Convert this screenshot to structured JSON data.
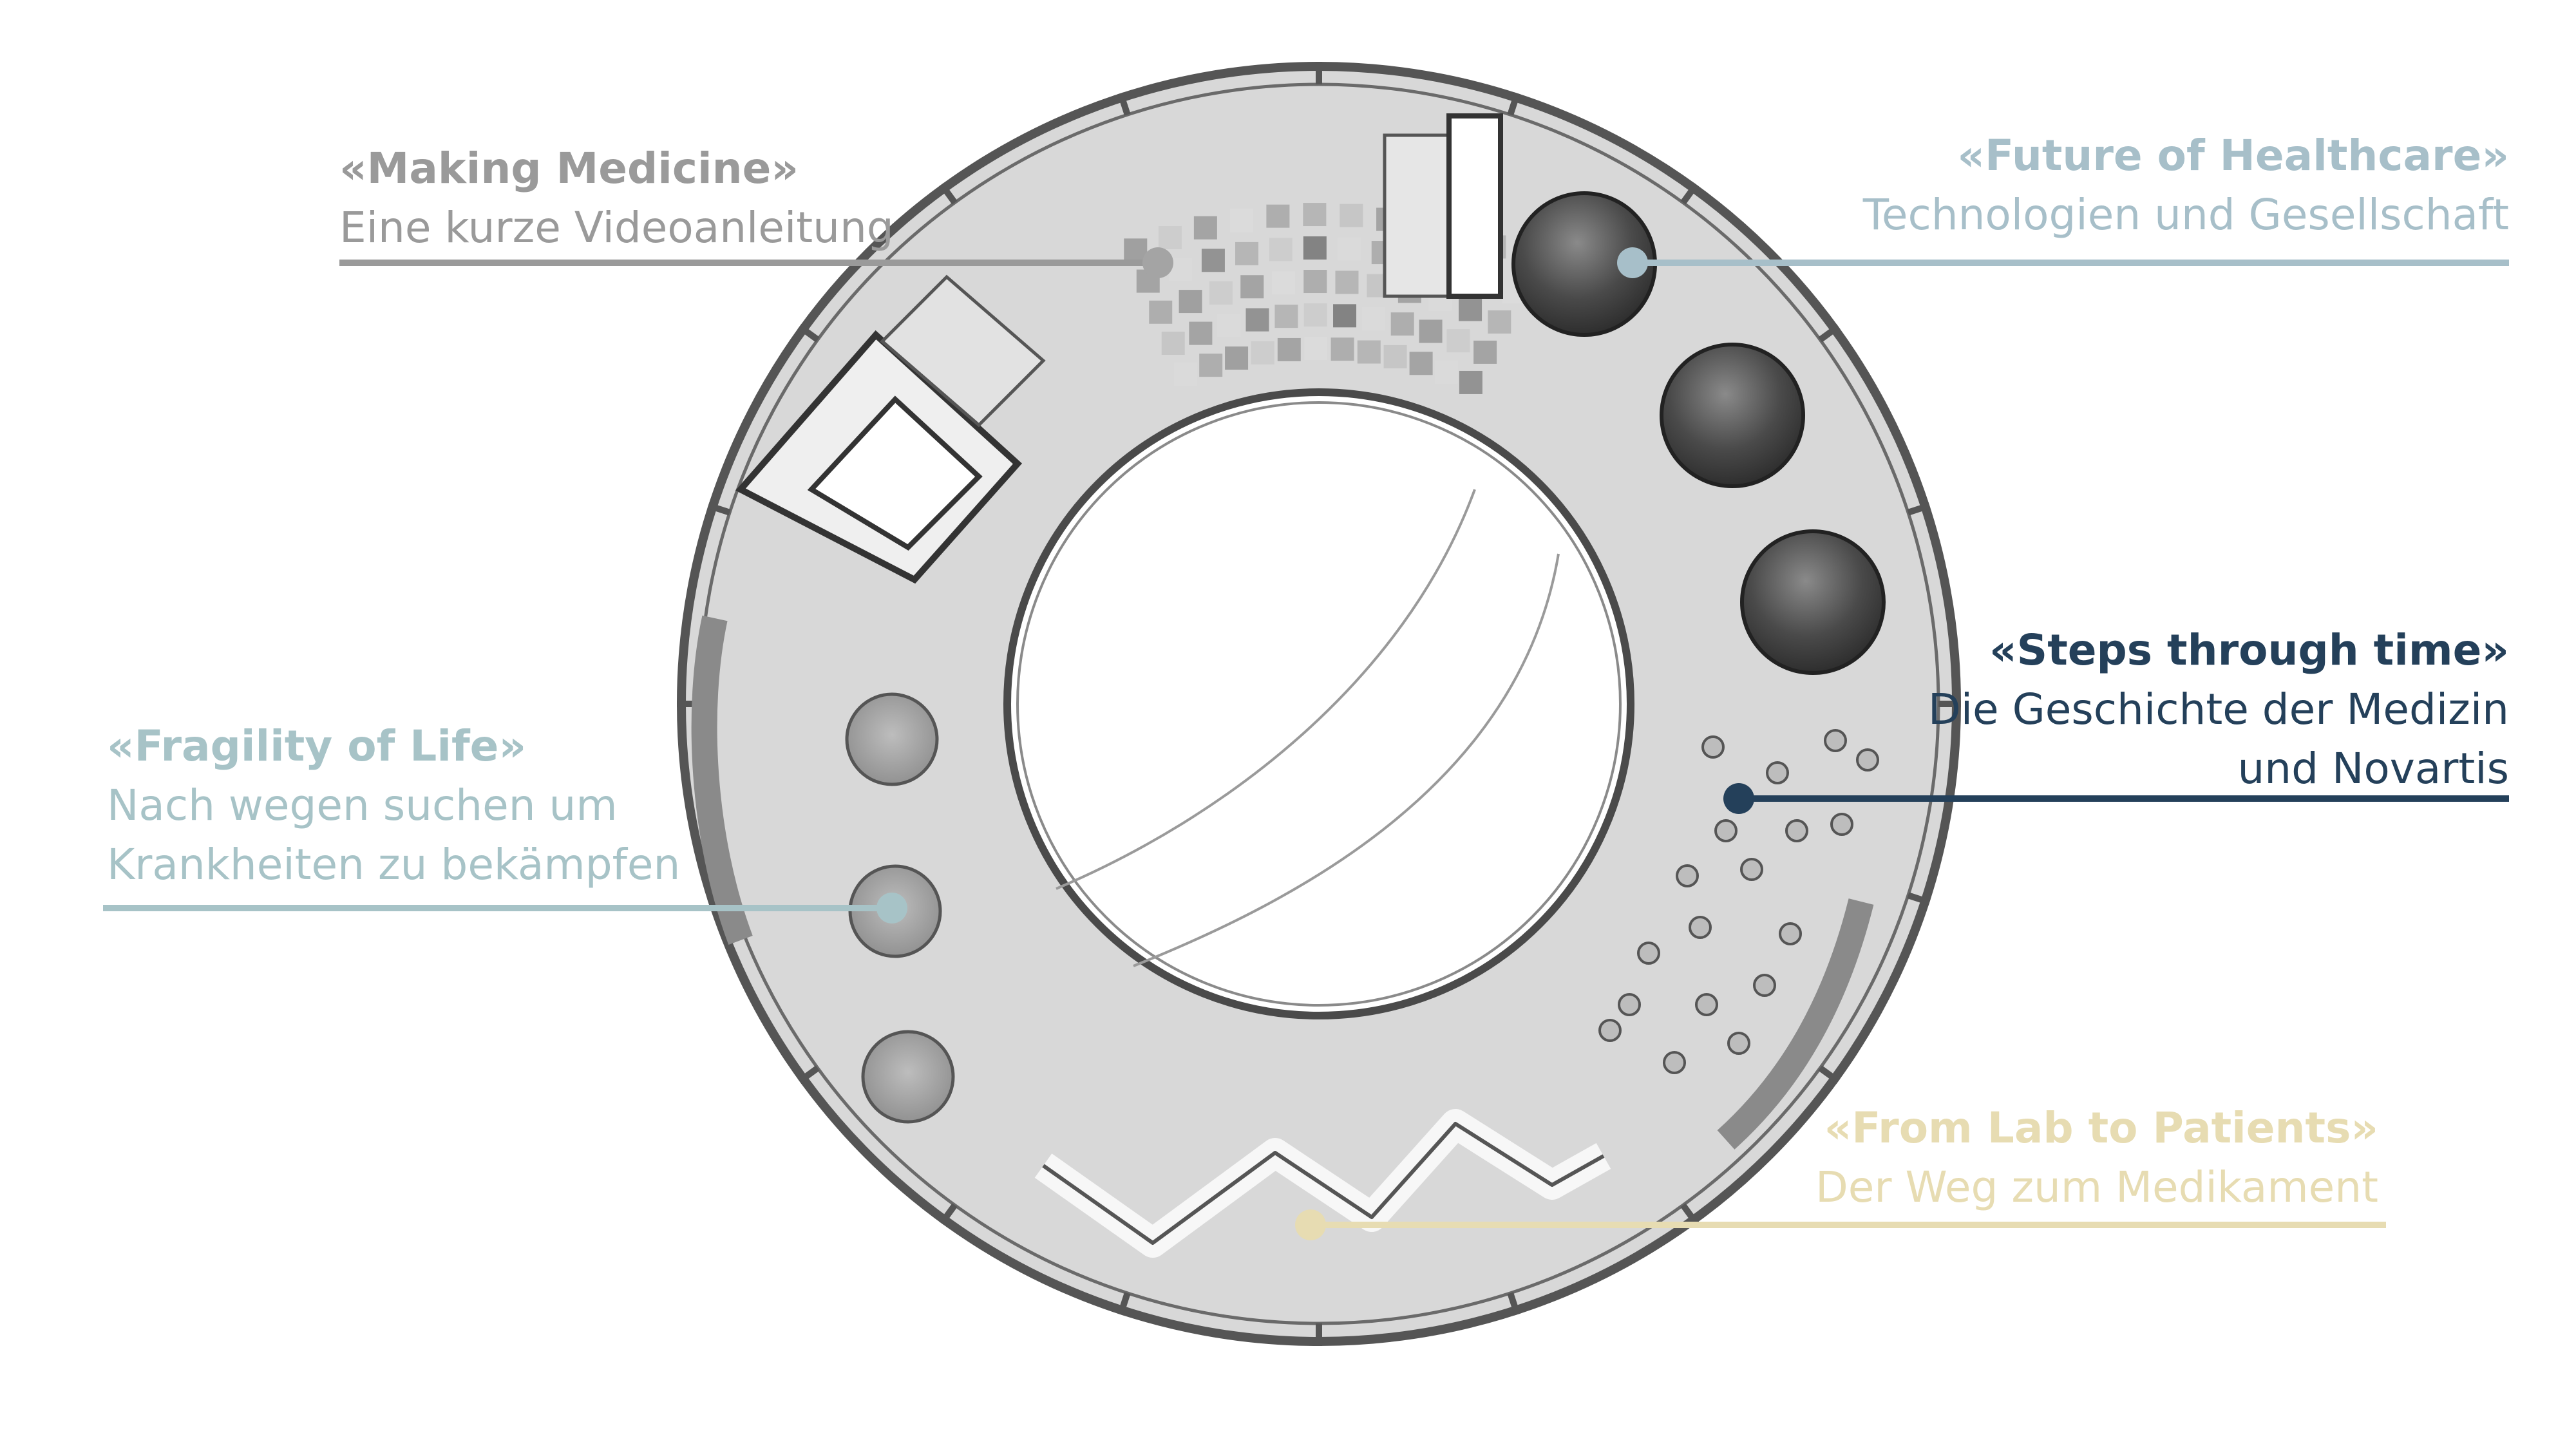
{
  "annotations": [
    {
      "id": "making-medicine",
      "title": "«Making Medicine»",
      "subtitle": [
        "Eine kurze Videoanleitung"
      ],
      "color": "#9a9a9a"
    },
    {
      "id": "future-healthcare",
      "title": "«Future of Healthcare»",
      "subtitle": [
        "Technologien und Gesellschaft"
      ],
      "color": "#a7bfc9"
    },
    {
      "id": "steps-time",
      "title": "«Steps through time»",
      "subtitle": [
        "Die Geschichte der Medizin",
        "und Novartis"
      ],
      "color": "#24405a"
    },
    {
      "id": "fragility-life",
      "title": "«Fragility of Life»",
      "subtitle": [
        "Nach wegen suchen um",
        "Krankheiten zu bekämpfen"
      ],
      "color": "#a7c3c7"
    },
    {
      "id": "lab-patients",
      "title": "«From Lab to Patients»",
      "subtitle": [
        "Der Weg zum Medikament"
      ],
      "color": "#e7dcb2"
    }
  ],
  "colors": {
    "floor": "#d6d6d6",
    "outer_wall": "#4a4a4a",
    "atrium": "#ffffff",
    "dark_pod": "#3f3f3f",
    "grey_pod": "#9c9c9c"
  }
}
